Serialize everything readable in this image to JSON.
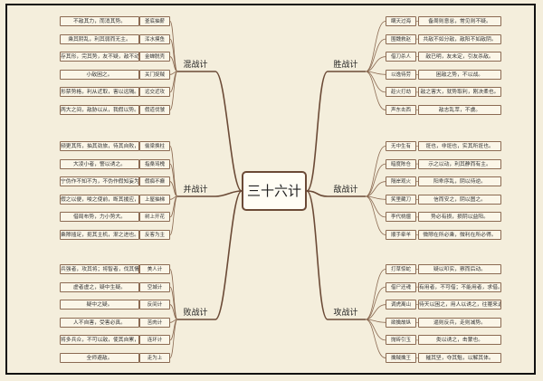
{
  "center": "三十六计",
  "groups": [
    {
      "name": "混战计",
      "side": "left",
      "items": [
        {
          "name": "釜底抽薪",
          "text": "不敌其力，而消其势。"
        },
        {
          "name": "浑水摸鱼",
          "text": "乘其阴乱，利其弱而无主。"
        },
        {
          "name": "金蝉脱壳",
          "text": "存其形，完其势，友不疑，敌不动。"
        },
        {
          "name": "关门捉贼",
          "text": "小敌困之。"
        },
        {
          "name": "远交近攻",
          "text": "形禁势格，利从近取，害以远隔。"
        },
        {
          "name": "假道伐虢",
          "text": "两大之间，敌胁以从，我假以势。"
        }
      ]
    },
    {
      "name": "并战计",
      "side": "left",
      "items": [
        {
          "name": "偷梁换柱",
          "text": "频更其阵，抽其劲旅，待其自败，而后乘之。"
        },
        {
          "name": "指桑骂槐",
          "text": "大凌小者，警以诱之。"
        },
        {
          "name": "假痴不癫",
          "text": "宁伪作不知不为，不伪作假知妄为。"
        },
        {
          "name": "上屋抽梯",
          "text": "假之以便，唆之使前，断其援应，陷之死地。"
        },
        {
          "name": "树上开花",
          "text": "借局布势，力小势大。"
        },
        {
          "name": "反客为主",
          "text": "乘隙插足，扼其主机，渐之进也。"
        }
      ]
    },
    {
      "name": "败战计",
      "side": "left",
      "items": [
        {
          "name": "美人计",
          "text": "兵强者，攻其将；将智者，伐其情。"
        },
        {
          "name": "空城计",
          "text": "虚者虚之，疑中生疑。"
        },
        {
          "name": "反间计",
          "text": "疑中之疑。"
        },
        {
          "name": "苦肉计",
          "text": "人不自害，受害必真。"
        },
        {
          "name": "连环计",
          "text": "将多兵众，不可以敌，使其自累，以杀其势。"
        },
        {
          "name": "走为上",
          "text": "全师避敌。"
        }
      ]
    },
    {
      "name": "胜战计",
      "side": "right",
      "items": [
        {
          "name": "瞒天过海",
          "text": "备周则意怠，常见则不疑。"
        },
        {
          "name": "围魏救赵",
          "text": "共敌不如分敌，敌阳不如敌阴。"
        },
        {
          "name": "借刀杀人",
          "text": "敌已明，友未定，引友杀敌。"
        },
        {
          "name": "以逸待劳",
          "text": "困敌之势，不以战。"
        },
        {
          "name": "趁火打劫",
          "text": "敌之害大，就势取利，刚决柔也。"
        },
        {
          "name": "声东击西",
          "text": "敌志乱萃，不虞。"
        }
      ]
    },
    {
      "name": "敌战计",
      "side": "right",
      "items": [
        {
          "name": "无中生有",
          "text": "诳也，非诳也，实其所诳也。"
        },
        {
          "name": "暗度陈仓",
          "text": "示之以动，利其静而有主。"
        },
        {
          "name": "隔岸观火",
          "text": "阳乖序乱，阴以待逆。"
        },
        {
          "name": "笑里藏刀",
          "text": "信而安之，阴以图之。"
        },
        {
          "name": "李代桃僵",
          "text": "势必有损，损阴以益阳。"
        },
        {
          "name": "顺手牵羊",
          "text": "微隙在所必乘，微利在所必得。"
        }
      ]
    },
    {
      "name": "攻战计",
      "side": "right",
      "items": [
        {
          "name": "打草惊蛇",
          "text": "疑以叩实，察而后动。"
        },
        {
          "name": "借尸还魂",
          "text": "有用者，不可借；不能用者，求借。"
        },
        {
          "name": "调虎离山",
          "text": "待天以困之，用人以诱之，往蹇来返。"
        },
        {
          "name": "欲擒故纵",
          "text": "逼则反兵，走则减势。"
        },
        {
          "name": "抛砖引玉",
          "text": "类以诱之，击蒙也。"
        },
        {
          "name": "擒贼擒王",
          "text": "摧其坚，夺其魁，以解其体。"
        }
      ]
    }
  ]
}
